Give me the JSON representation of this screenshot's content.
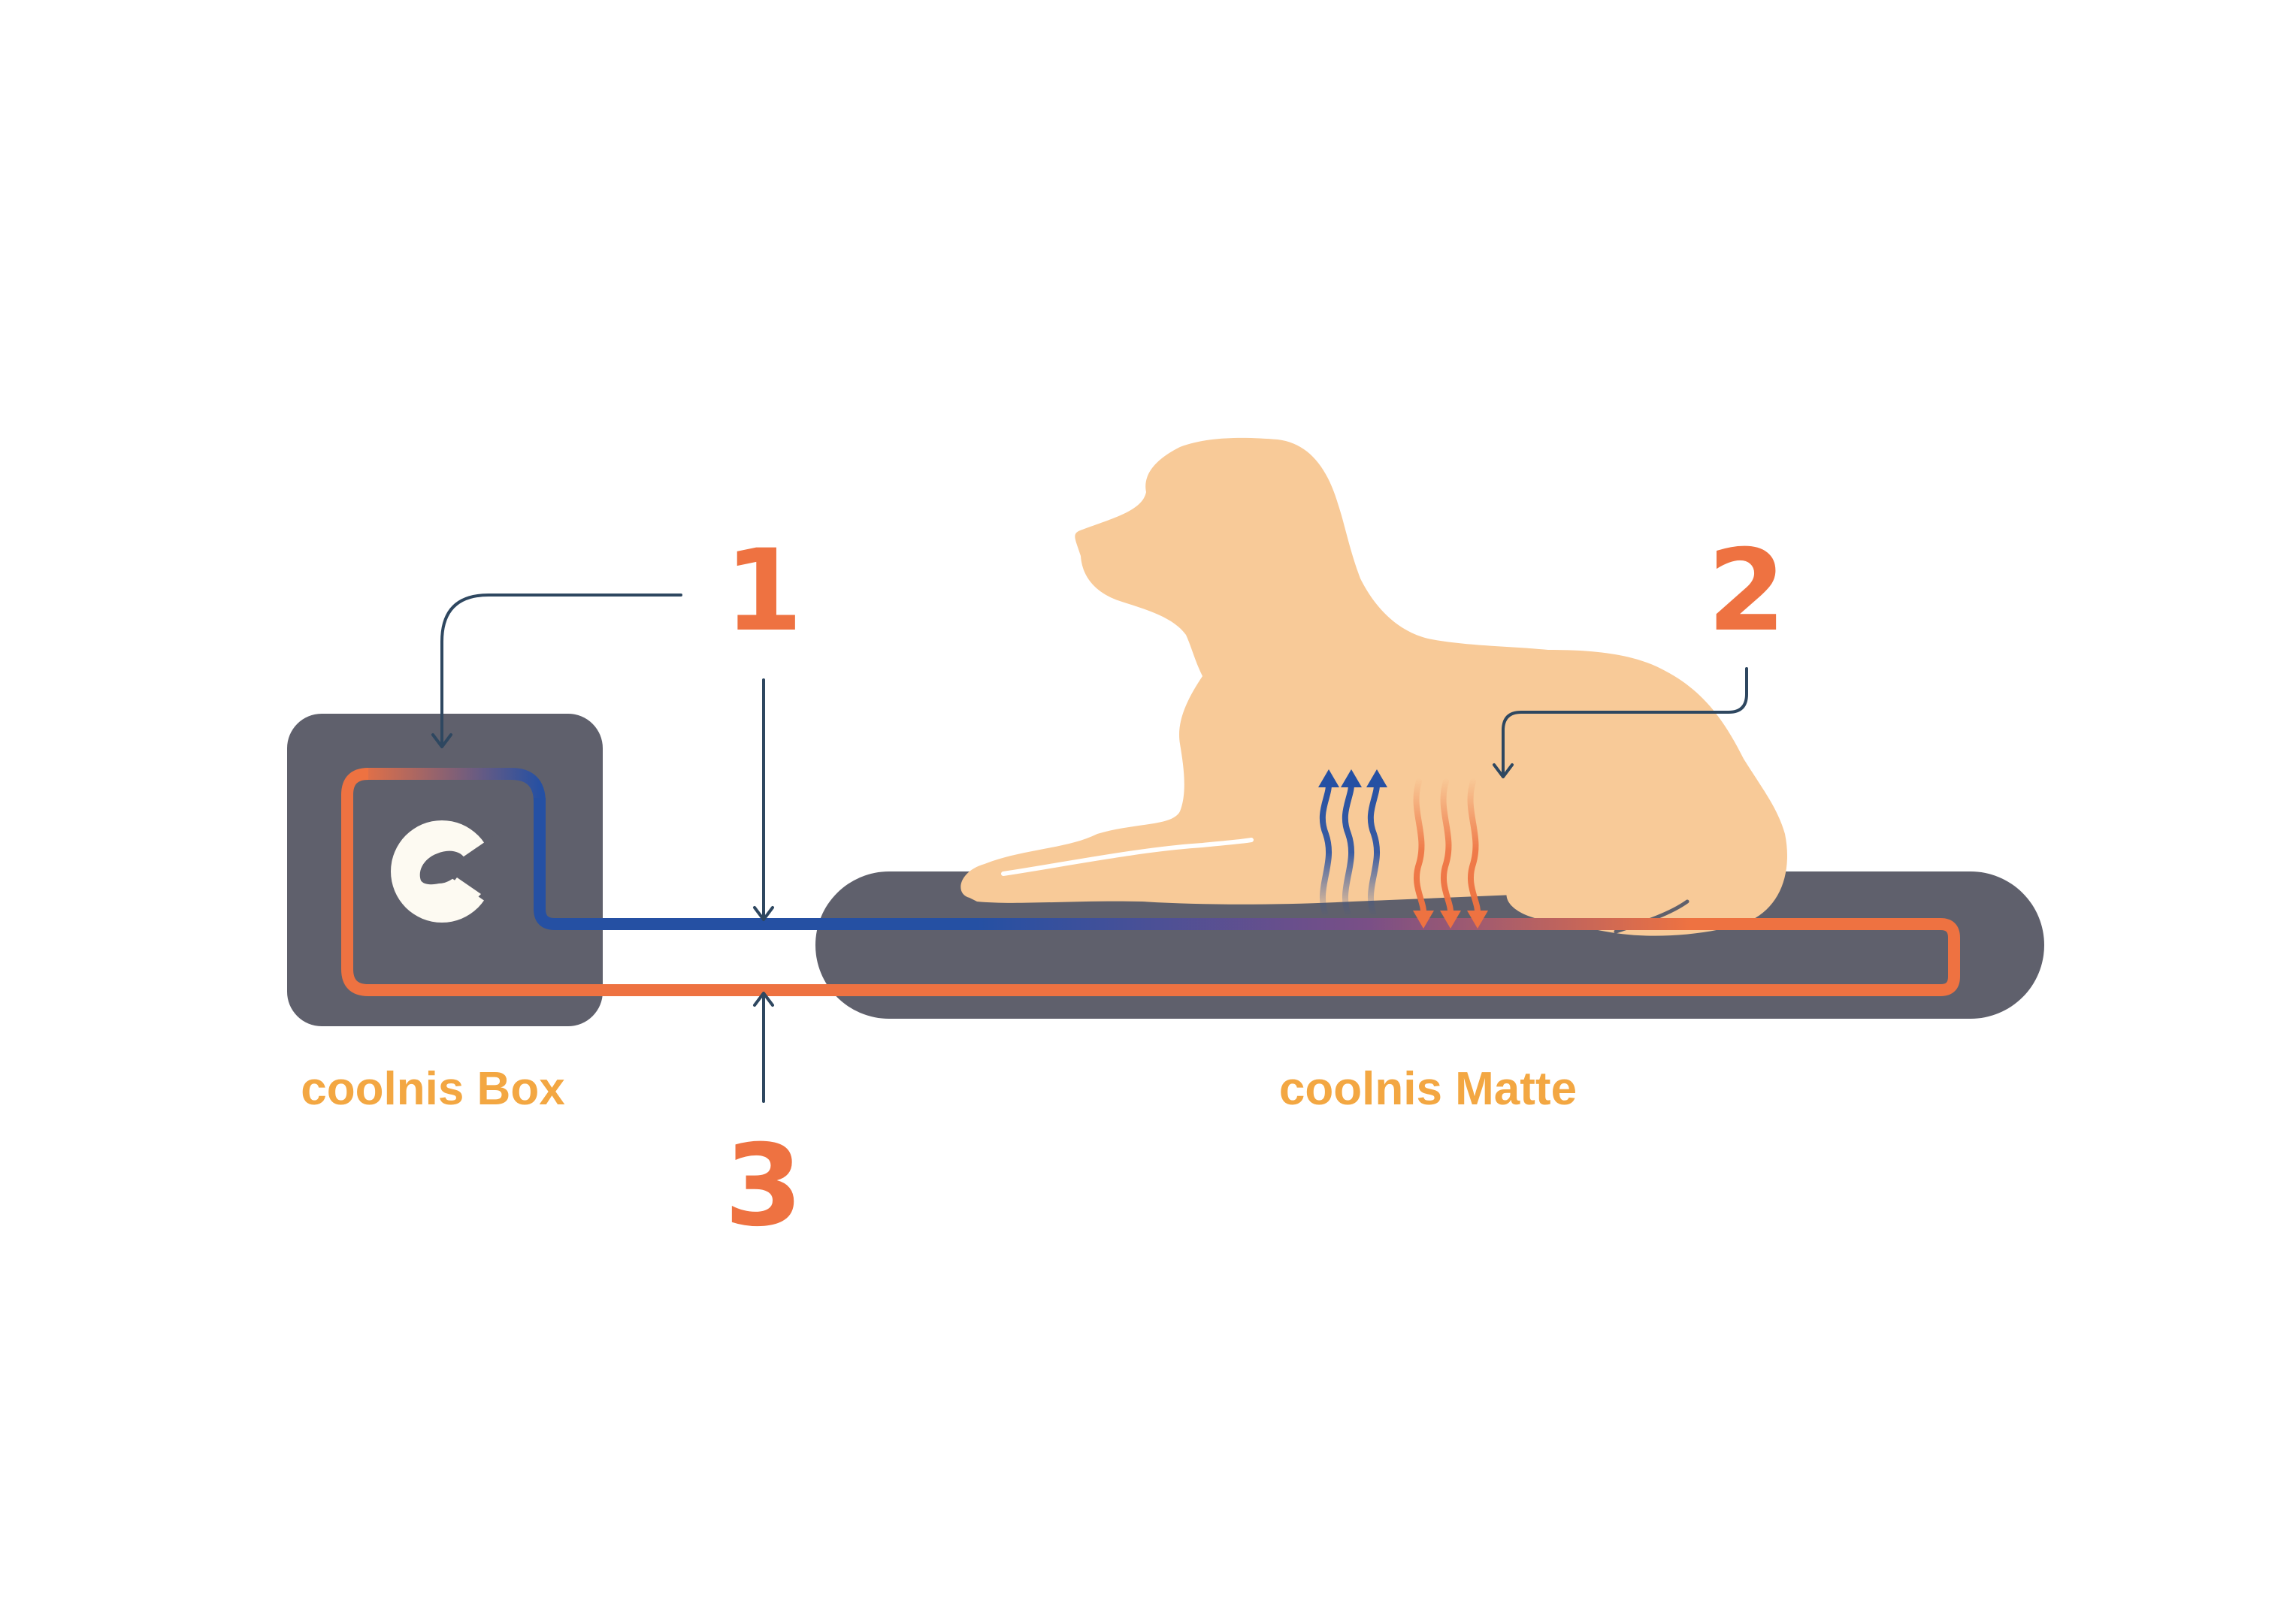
{
  "labels": {
    "box": "coolnis Box",
    "mat": "coolnis Matte"
  },
  "callouts": {
    "one": "1",
    "two": "2",
    "three": "3"
  },
  "colors": {
    "device_gray": "#5f606c",
    "dog": "#f8ca98",
    "hot": "#ee7241",
    "cold": "#2550a3",
    "leader": "#2e4760",
    "label": "#f3a742",
    "logo": "#fdfaf2"
  },
  "icons": {
    "logo": "coolnis-c-dog-logo",
    "warm_arrows": "heat-wavy-arrows",
    "cool_arrows": "cool-wavy-arrows"
  }
}
